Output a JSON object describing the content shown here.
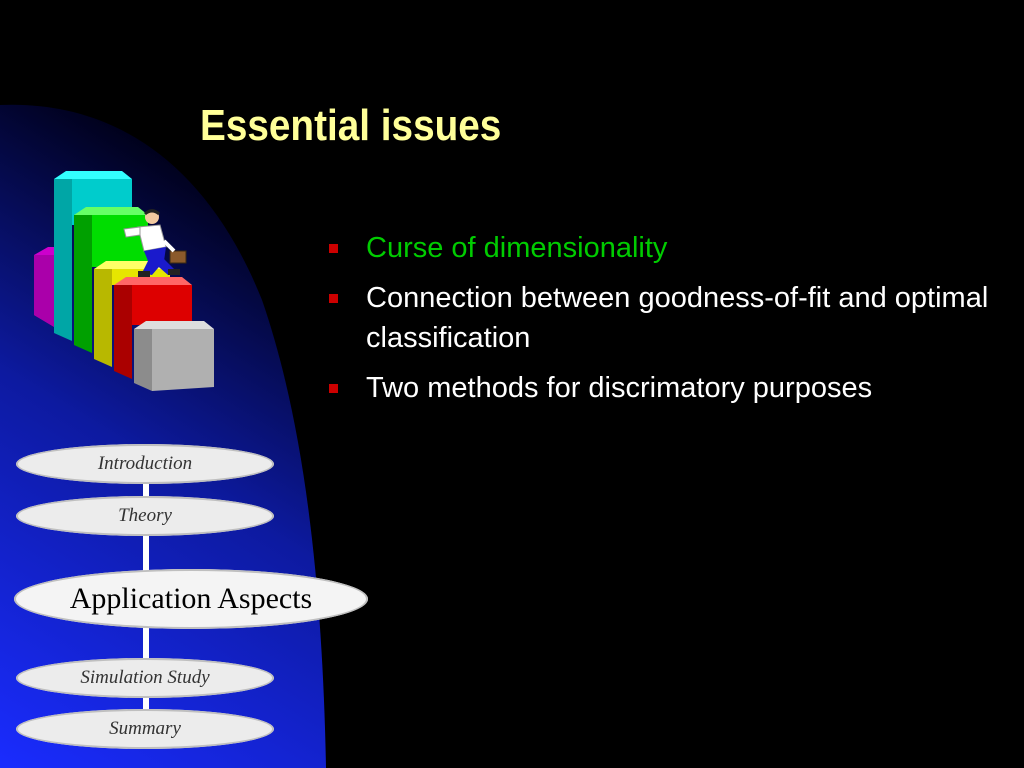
{
  "slide": {
    "title": "Essential issues",
    "title_color": "#ffff99",
    "bullets": [
      {
        "text": "Curse of dimensionality",
        "color": "#00cc00"
      },
      {
        "text": "Connection between goodness-of-fit and optimal classification",
        "color": "#ffffff"
      },
      {
        "text": "Two methods for discrimatory purposes",
        "color": "#ffffff"
      }
    ],
    "bullet_marker_color": "#cc0000"
  },
  "nav": {
    "items": [
      {
        "label": "Introduction",
        "active": false
      },
      {
        "label": "Theory",
        "active": false
      },
      {
        "label": "Application Aspects",
        "active": true
      },
      {
        "label": "Simulation Study",
        "active": false
      },
      {
        "label": "Summary",
        "active": false
      }
    ]
  },
  "theme": {
    "background": "#000000",
    "panel_gradient": [
      "#2030ff",
      "#000030"
    ]
  }
}
